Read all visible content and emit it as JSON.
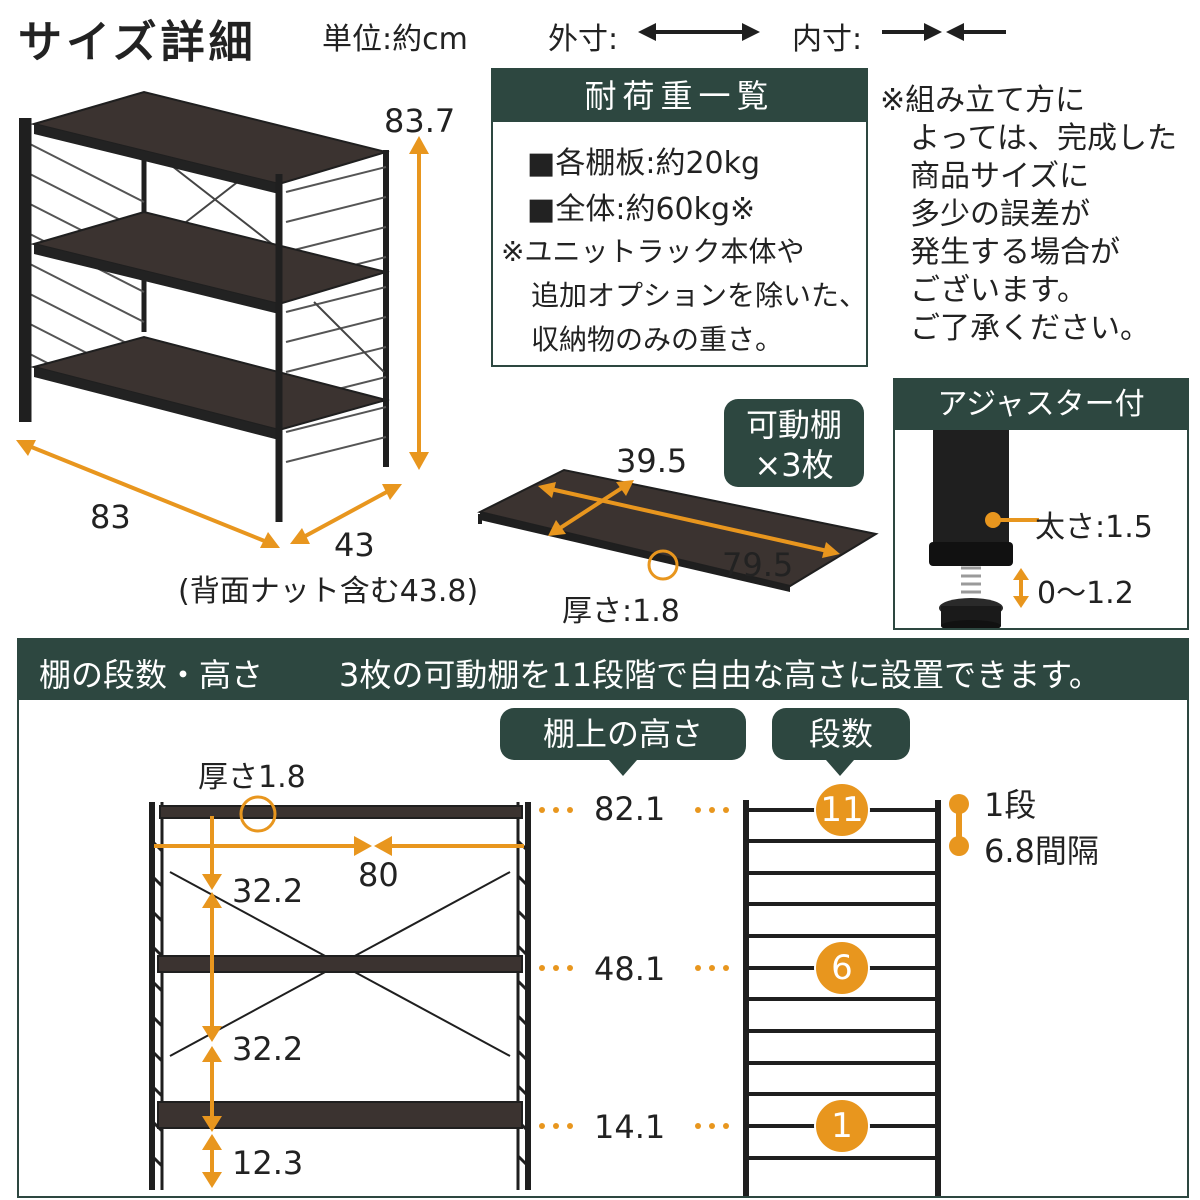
{
  "header": {
    "title": "サイズ詳細",
    "unit": "単位:約cm",
    "outer_label": "外寸:",
    "inner_label": "内寸:"
  },
  "rack_dimensions": {
    "height": "83.7",
    "width": "83",
    "depth": "43",
    "depth_note": "(背面ナット含む43.8)"
  },
  "load_capacity": {
    "heading": "耐荷重一覧",
    "shelf": "■各棚板:約20kg",
    "total": "■全体:約60kg※",
    "note_line1": "※ユニットラック本体や",
    "note_line2": "追加オプションを除いた、",
    "note_line3": "収納物のみの重さ。"
  },
  "assembly_note": "※組み立て方に\n　よっては、完成した\n　商品サイズに\n　多少の誤差が\n　発生する場合が\n　ございます。\n　ご了承ください。",
  "shelf_board": {
    "badge": "可動棚\n×3枚",
    "depth": "39.5",
    "width": "79.5",
    "thickness": "厚さ:1.8"
  },
  "adjuster": {
    "heading": "アジャスター付",
    "diameter": "太さ:1.5",
    "range": "0〜1.2"
  },
  "levels_section": {
    "title": "棚の段数・高さ",
    "description": "3枚の可動棚を11段階で自由な高さに設置できます。",
    "height_pill": "棚上の高さ",
    "steps_pill": "段数",
    "thickness": "厚さ1.8",
    "inner_width": "80",
    "gap_top": "32.2",
    "gap_middle": "32.2",
    "gap_bottom": "12.3",
    "heights": [
      "82.1",
      "48.1",
      "14.1"
    ],
    "steps": [
      "11",
      "6",
      "1"
    ],
    "step_label": "1段",
    "interval": "6.8間隔"
  },
  "colors": {
    "accent": "#e8961e",
    "header_bg": "#2d4740",
    "wood": "#3b3330",
    "frame": "#1f1f1f"
  }
}
